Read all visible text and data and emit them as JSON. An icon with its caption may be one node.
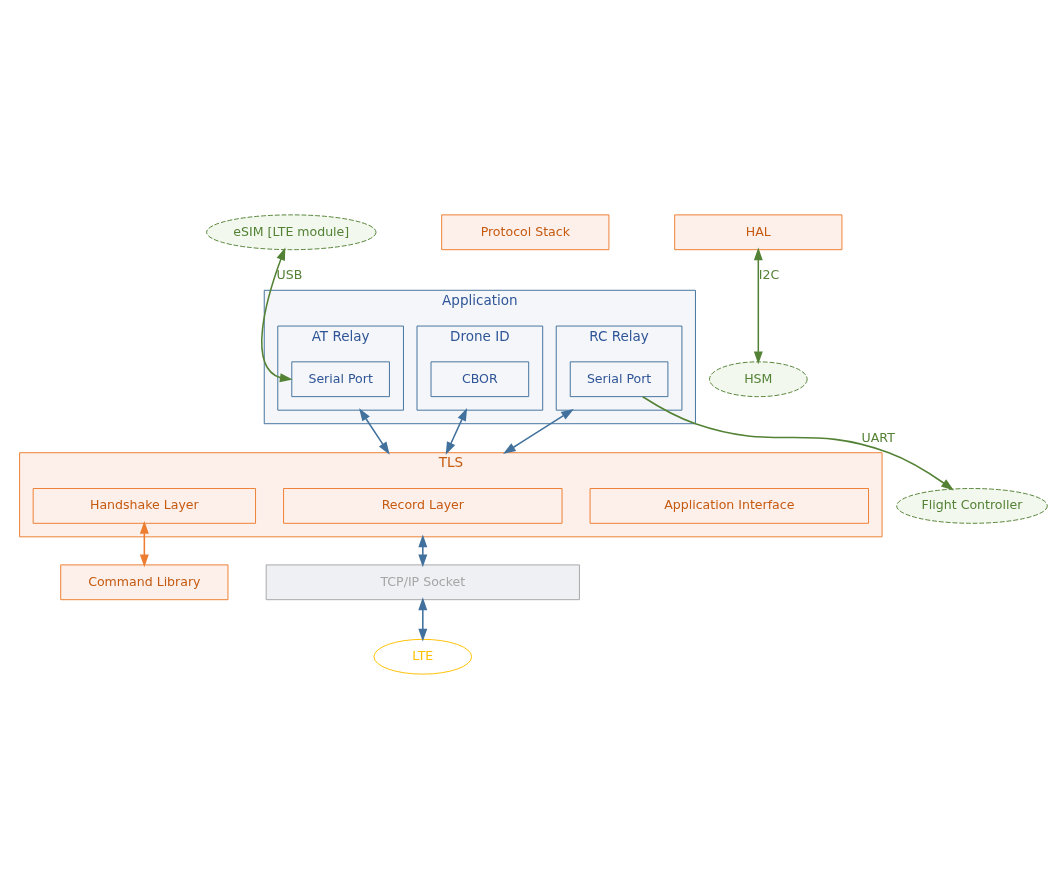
{
  "diagram": {
    "nodes": [
      {
        "text": [
          "Application"
        ]
      },
      {
        "text": [
          "AT Relay"
        ],
        "in": 0
      },
      {
        "text": [
          "Serial Port"
        ],
        "in": 1
      },
      {
        "text": [
          "Drone ID"
        ],
        "in": 0
      },
      {
        "text": [
          "CBOR"
        ],
        "in": 3
      },
      {
        "text": [
          "RC Relay"
        ],
        "in": 0
      },
      {
        "text": [
          "Serial Port"
        ],
        "in": 5
      },
      {
        "text": [
          "eSIM [LTE module]"
        ]
      },
      {
        "text": [
          "Flight Controller"
        ]
      },
      {
        "text": [
          "TLS"
        ]
      },
      {
        "text": [
          "Application Interface"
        ],
        "in": 9
      },
      {
        "text": [
          "Handshake Layer"
        ],
        "in": 9
      },
      {
        "text": [
          "Record Layer"
        ],
        "in": 9
      },
      {
        "text": [
          "Command Library"
        ]
      },
      {
        "text": [
          "Protocol Stack"
        ]
      },
      {
        "text": [
          "HAL"
        ]
      },
      {
        "text": [
          "TCP/IP Socket"
        ]
      },
      {
        "text": [
          "HSM"
        ]
      },
      {
        "text": [
          "LTE"
        ]
      }
    ],
    "edges": [
      {
        "from": 7,
        "to": 2,
        "arrow": "both",
        "label": "USB",
        "color": "#548235"
      },
      {
        "from": 6,
        "to": 8,
        "arrow": "to",
        "label": "UART",
        "color": "#548235"
      },
      {
        "from": 9,
        "to": 1,
        "arrow": "both"
      },
      {
        "from": 9,
        "to": 3,
        "arrow": "both"
      },
      {
        "from": 9,
        "to": 5,
        "arrow": "both"
      },
      {
        "from": 11,
        "to": 13,
        "arrow": "both",
        "color": "#ed7d31"
      },
      {
        "from": 9,
        "to": 16,
        "arrow": "both"
      },
      {
        "from": 16,
        "to": 18,
        "arrow": "both"
      },
      {
        "from": 15,
        "to": 17,
        "arrow": "both",
        "label": "I2C",
        "color": "#548235"
      }
    ]
  }
}
